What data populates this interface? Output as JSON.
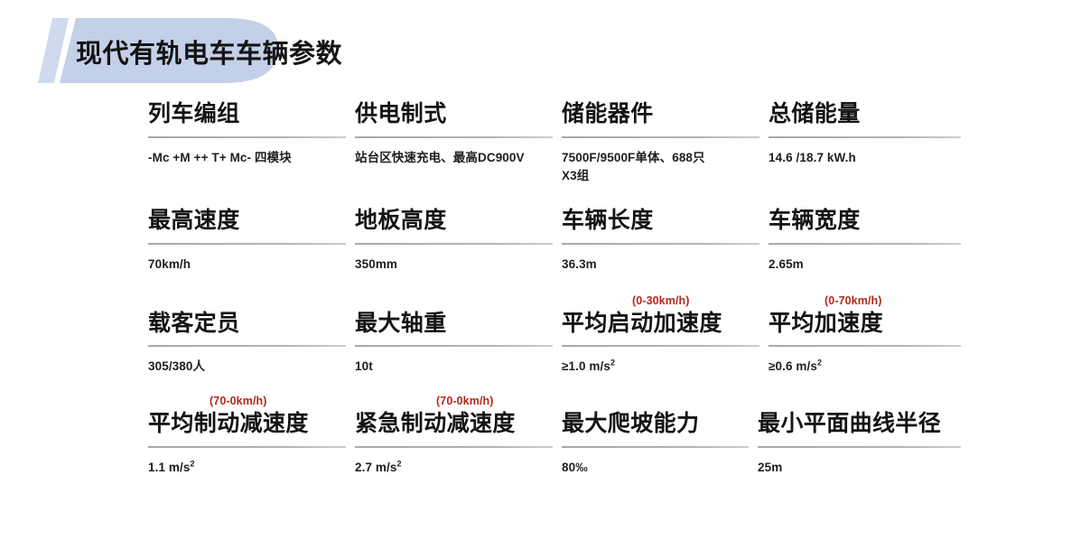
{
  "header": {
    "title": "现代有轨电车车辆参数",
    "accent_color": "#c3d0e8",
    "stripe_color": "#cfdaee"
  },
  "theme": {
    "heading_color": "#141414",
    "value_color": "#1e1e1e",
    "note_color": "#b2281c",
    "rule_color": "#b4b4b4",
    "background": "#ffffff"
  },
  "parameters": {
    "rows": [
      {
        "cells": [
          {
            "note": "",
            "heading": "列车编组",
            "value": "-Mc +M ++ T+ Mc- 四模块",
            "unit_sup": ""
          },
          {
            "note": "",
            "heading": "供电制式",
            "value": "站台区快速充电、最高DC900V",
            "unit_sup": ""
          },
          {
            "note": "",
            "heading": "储能器件",
            "value": "7500F/9500F单体、688只\n X3组",
            "unit_sup": ""
          },
          {
            "note": "",
            "heading": "总储能量",
            "value": "14.6 /18.7 kW.h",
            "unit_sup": ""
          }
        ]
      },
      {
        "cells": [
          {
            "note": "",
            "heading": "最高速度",
            "value": "70km/h",
            "unit_sup": ""
          },
          {
            "note": "",
            "heading": "地板高度",
            "value": "350mm",
            "unit_sup": ""
          },
          {
            "note": "",
            "heading": "车辆长度",
            "value": "36.3m",
            "unit_sup": ""
          },
          {
            "note": "",
            "heading": "车辆宽度",
            "value": "2.65m",
            "unit_sup": ""
          }
        ]
      },
      {
        "cells": [
          {
            "note": "",
            "heading": "载客定员",
            "value": "305/380人",
            "unit_sup": ""
          },
          {
            "note": "",
            "heading": "最大轴重",
            "value": "10t",
            "unit_sup": ""
          },
          {
            "note": "(0-30km/h)",
            "heading": "平均启动加速度",
            "value": "≥1.0 m/s",
            "unit_sup": "2"
          },
          {
            "note": "(0-70km/h)",
            "heading": "平均加速度",
            "value": "≥0.6 m/s",
            "unit_sup": "2"
          }
        ]
      },
      {
        "cells": [
          {
            "note": "(70-0km/h)",
            "heading": "平均制动减速度",
            "value": "1.1 m/s",
            "unit_sup": "2"
          },
          {
            "note": "(70-0km/h)",
            "heading": "紧急制动减速度",
            "value": "2.7 m/s",
            "unit_sup": "2"
          },
          {
            "note": "",
            "heading": "最大爬坡能力",
            "value": "80‰",
            "unit_sup": ""
          },
          {
            "note": "",
            "heading": "最小平面曲线半径",
            "value": "25m",
            "unit_sup": ""
          }
        ]
      }
    ]
  }
}
